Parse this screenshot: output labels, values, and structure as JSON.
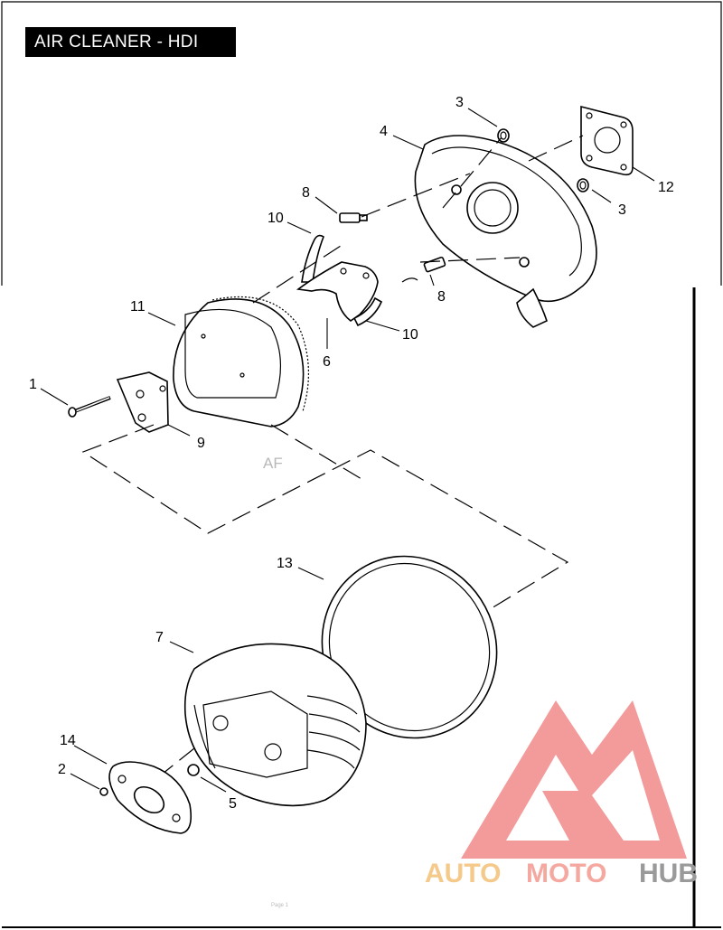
{
  "title": "AIR CLEANER - HDI",
  "watermark_fragment": "AF",
  "footer_text": "Page 1",
  "brand": {
    "auto": "AUTO",
    "moto": "MOTO",
    "hub": "HUB",
    "colors": {
      "auto": "#f5c98a",
      "moto": "#f5a8a0",
      "hub": "#9a9a9a",
      "logo": "#f07a7a"
    }
  },
  "callouts": [
    {
      "id": "c1",
      "label": "1"
    },
    {
      "id": "c2",
      "label": "2"
    },
    {
      "id": "c3a",
      "label": "3"
    },
    {
      "id": "c3b",
      "label": "3"
    },
    {
      "id": "c4",
      "label": "4"
    },
    {
      "id": "c5",
      "label": "5"
    },
    {
      "id": "c6",
      "label": "6"
    },
    {
      "id": "c7",
      "label": "7"
    },
    {
      "id": "c8a",
      "label": "8"
    },
    {
      "id": "c8b",
      "label": "8"
    },
    {
      "id": "c9",
      "label": "9"
    },
    {
      "id": "c10a",
      "label": "10"
    },
    {
      "id": "c10b",
      "label": "10"
    },
    {
      "id": "c11",
      "label": "11"
    },
    {
      "id": "c12",
      "label": "12"
    },
    {
      "id": "c13",
      "label": "13"
    },
    {
      "id": "c14",
      "label": "14"
    }
  ]
}
